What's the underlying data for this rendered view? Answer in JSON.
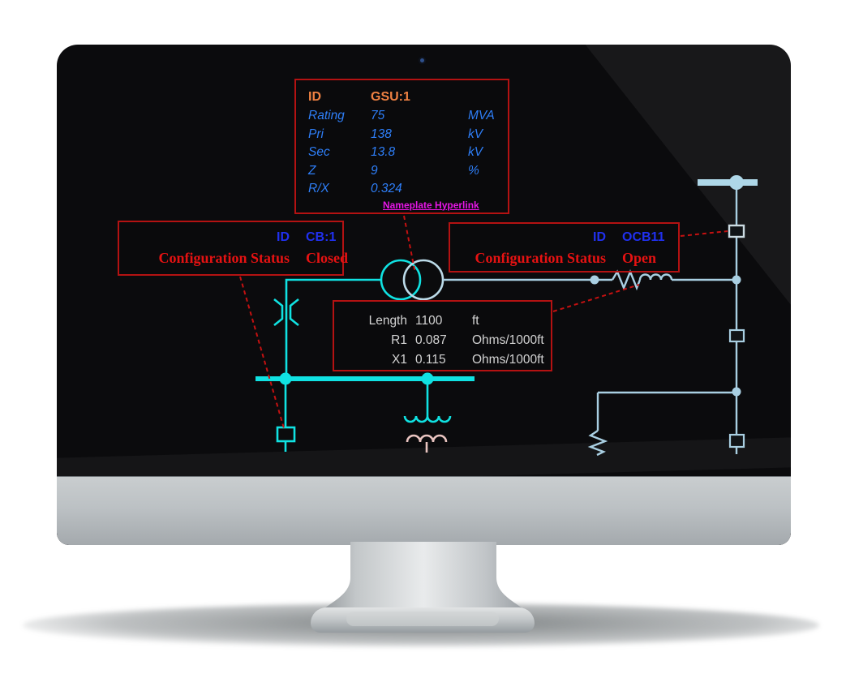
{
  "nameplate": {
    "id_label": "ID",
    "id_value": "GSU:1",
    "rows": [
      {
        "label": "Rating",
        "value": "75",
        "unit": "MVA"
      },
      {
        "label": "Pri",
        "value": "138",
        "unit": "kV"
      },
      {
        "label": "Sec",
        "value": "13.8",
        "unit": "kV"
      },
      {
        "label": "Z",
        "value": "9",
        "unit": "%"
      },
      {
        "label": "R/X",
        "value": "0.324",
        "unit": ""
      }
    ],
    "hyperlink_label": "Nameplate Hyperlink"
  },
  "breaker_callout": {
    "id_label": "ID",
    "id_value": "CB:1",
    "status_label": "Configuration Status",
    "status_value": "Closed"
  },
  "ocb_callout": {
    "id_label": "ID",
    "id_value": "OCB11",
    "status_label": "Configuration Status",
    "status_value": "Open"
  },
  "line_callout": {
    "rows": [
      {
        "label": "Length",
        "value": "1100",
        "unit": "ft"
      },
      {
        "label": "R1",
        "value": "0.087",
        "unit": "Ohms/1000ft"
      },
      {
        "label": "X1",
        "value": "0.115",
        "unit": "Ohms/1000ft"
      }
    ]
  },
  "colors": {
    "cyan_equipment": "#10e2e2",
    "light_blue_equipment": "#a9cfe2",
    "pink_winding": "#e9c4c0",
    "callout_border_red": "#b41212",
    "status_text_red": "#e61212",
    "id_text_blue": "#2030ef",
    "nameplate_text_blue": "#2e7ef7",
    "nameplate_id_orange": "#ef8142",
    "hyperlink_magenta": "#e616e6",
    "value_text_gray": "#d3d3d3",
    "screen_black": "#0b0b0d"
  }
}
